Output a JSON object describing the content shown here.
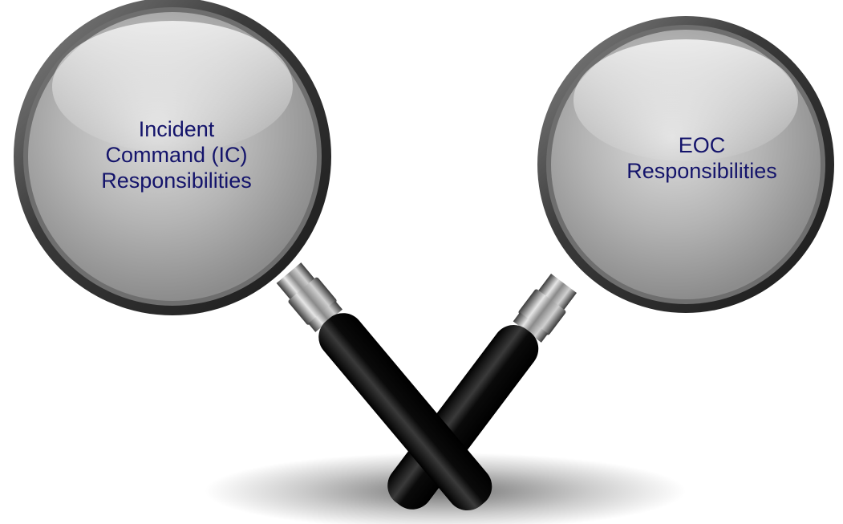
{
  "colors": {
    "label_text": "#14146b",
    "lens_rim": "#4a4a4a",
    "lens_glass": "#b9b9b9",
    "handle": "#111111",
    "collar": "#9a9a9a"
  },
  "icons": {
    "left_magnifier": "magnifying-glass-icon",
    "right_magnifier": "magnifying-glass-icon"
  },
  "left_lens": {
    "lines": [
      "Incident",
      "Command (IC)",
      "Responsibilities"
    ]
  },
  "right_lens": {
    "lines": [
      "EOC",
      "Responsibilities"
    ]
  }
}
